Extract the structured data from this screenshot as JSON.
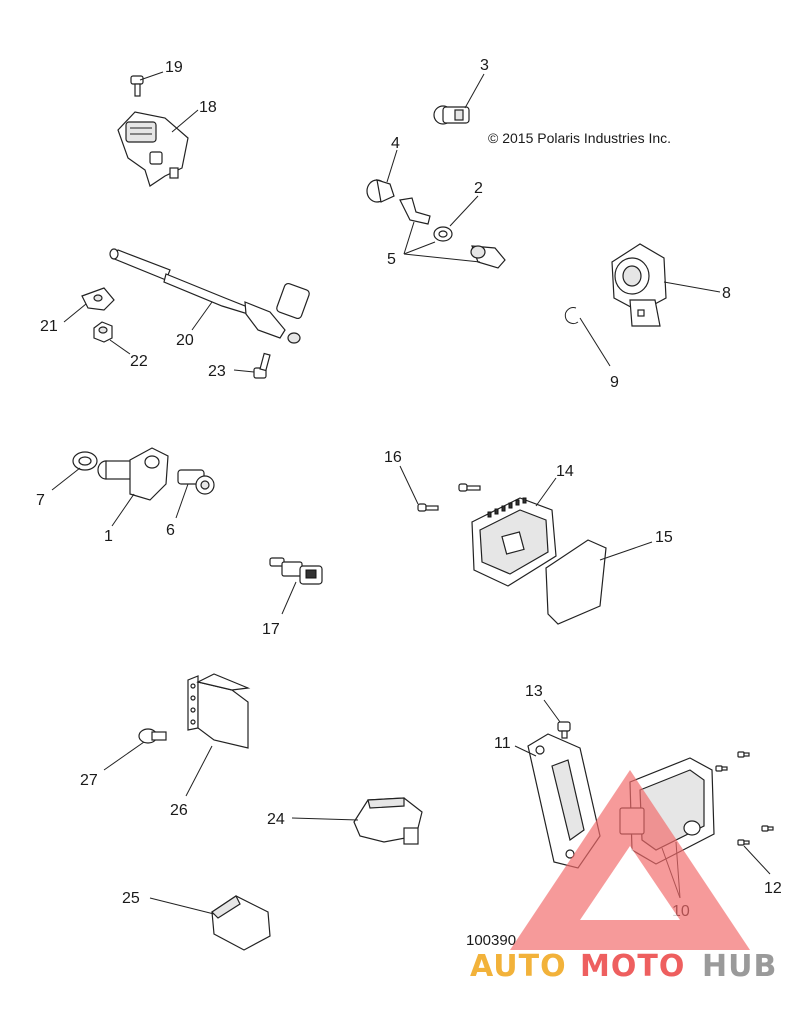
{
  "copyright": "© 2015 Polaris Industries Inc.",
  "reference_number": "100390",
  "watermark": {
    "brand_auto": "AUTO",
    "brand_moto": "MOTO",
    "brand_hub": "HUB",
    "color_auto": "#f2b23a",
    "color_moto": "#ee5f5f",
    "color_hub": "#9a9a9a",
    "triangle_color": "#f26b6b"
  },
  "callouts": [
    "1",
    "2",
    "3",
    "4",
    "5",
    "6",
    "7",
    "8",
    "9",
    "10",
    "11",
    "12",
    "13",
    "14",
    "15",
    "16",
    "17",
    "18",
    "19",
    "20",
    "21",
    "22",
    "23",
    "24",
    "25",
    "26",
    "27"
  ]
}
